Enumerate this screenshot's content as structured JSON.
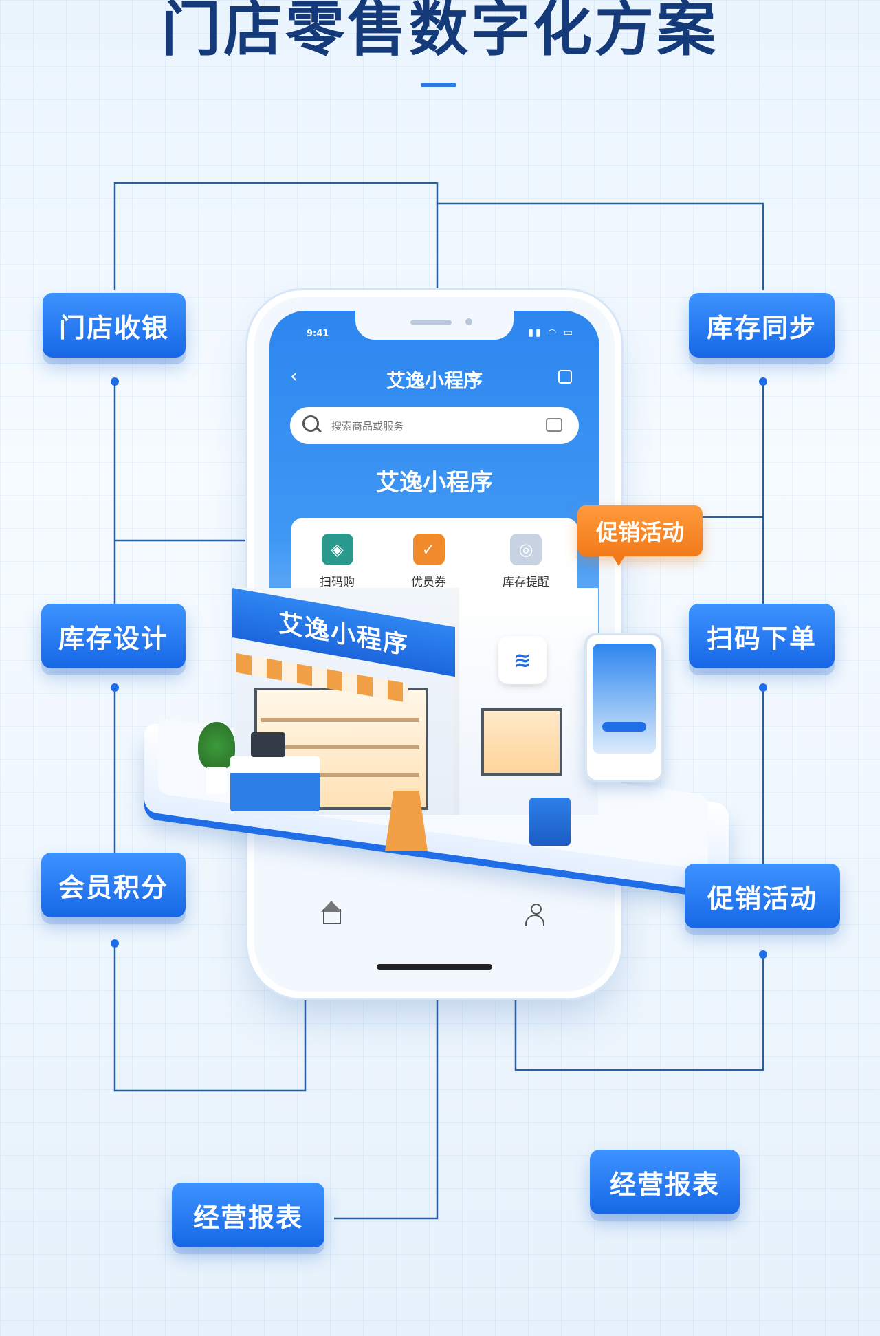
{
  "title": "门店零售数字化方案",
  "features": {
    "cashier": "门店收银",
    "inventory_sync": "库存同步",
    "inventory_design": "库存设计",
    "scan_order": "扫码下单",
    "member_points": "会员积分",
    "promotion": "促销活动",
    "report_left": "经营报表",
    "report_right": "经营报表"
  },
  "phone": {
    "status_time": "9:41",
    "status_icons": "▮▮ ◠ ▭",
    "app_title": "艾逸小程序",
    "search_placeholder": "搜索商品或服务",
    "heading": "艾逸小程序",
    "functions": [
      {
        "label": "扫码购",
        "icon": "scan-cube-icon",
        "color": "#2b9a8e"
      },
      {
        "label": "优员券",
        "icon": "coupon-icon",
        "color": "#f08a2b"
      },
      {
        "label": "库存提醒",
        "icon": "user-alert-icon",
        "color": "#c7d3e2"
      }
    ]
  },
  "store": {
    "sign": "艾逸小程序",
    "logo": "≋"
  },
  "promo_bubble": "促销活动",
  "colors": {
    "title": "#143a7a",
    "button": "#1f6ee8",
    "accent_orange": "#f27a1a",
    "line": "#2a5f9e"
  }
}
